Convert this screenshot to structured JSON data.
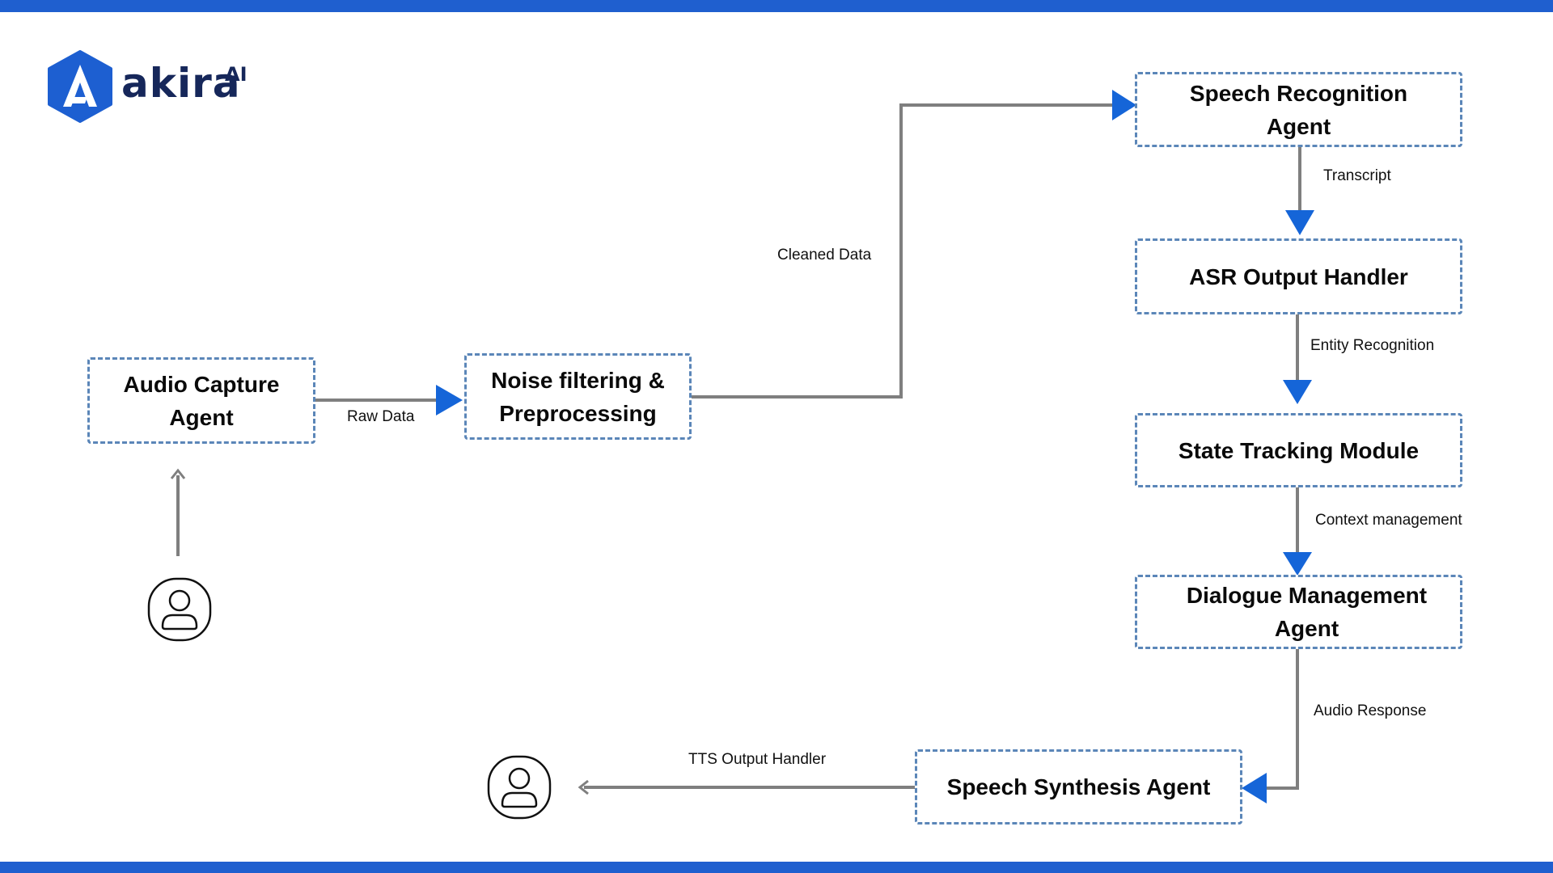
{
  "brand": {
    "name": "akira",
    "superscript": "AI"
  },
  "nodes": {
    "audio_capture": "Audio Capture Agent",
    "noise_filtering": "Noise filtering & Preprocessing",
    "speech_recognition": "Speech Recognition Agent",
    "asr_output": "ASR Output Handler",
    "state_tracking": "State Tracking Module",
    "dialogue_management": "Dialogue Management Agent",
    "speech_synthesis": "Speech Synthesis Agent"
  },
  "edges": {
    "raw_data": "Raw Data",
    "cleaned_data": "Cleaned Data",
    "transcript": "Transcript",
    "entity_recognition": "Entity Recognition",
    "context_management": "Context management",
    "audio_response": "Audio Response",
    "tts_output": "TTS Output Handler"
  },
  "icons": {
    "user_input": "user-icon",
    "user_output": "user-icon"
  },
  "colors": {
    "accent_bar": "#1f5fcf",
    "node_border": "#5b86b8",
    "connector": "#7f7f7f",
    "arrowhead": "#1565d8"
  }
}
